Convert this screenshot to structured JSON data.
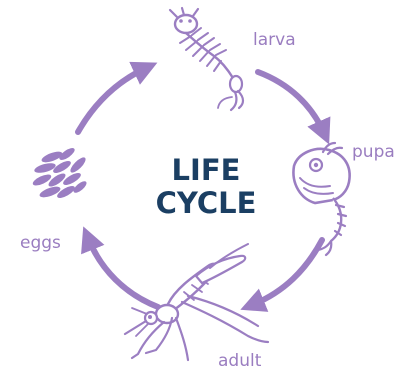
{
  "diagram": {
    "center_title_line1": "LIFE",
    "center_title_line2": "CYCLE",
    "stages": {
      "larva": "larva",
      "pupa": "pupa",
      "adult": "adult",
      "eggs": "eggs"
    },
    "colors": {
      "accent": "#9b7ec2",
      "label": "#9a7dc0",
      "title": "#1b3f63",
      "background": "#ffffff"
    },
    "icons": [
      "larva-icon",
      "pupa-icon",
      "adult-mosquito-icon",
      "eggs-icon"
    ]
  }
}
